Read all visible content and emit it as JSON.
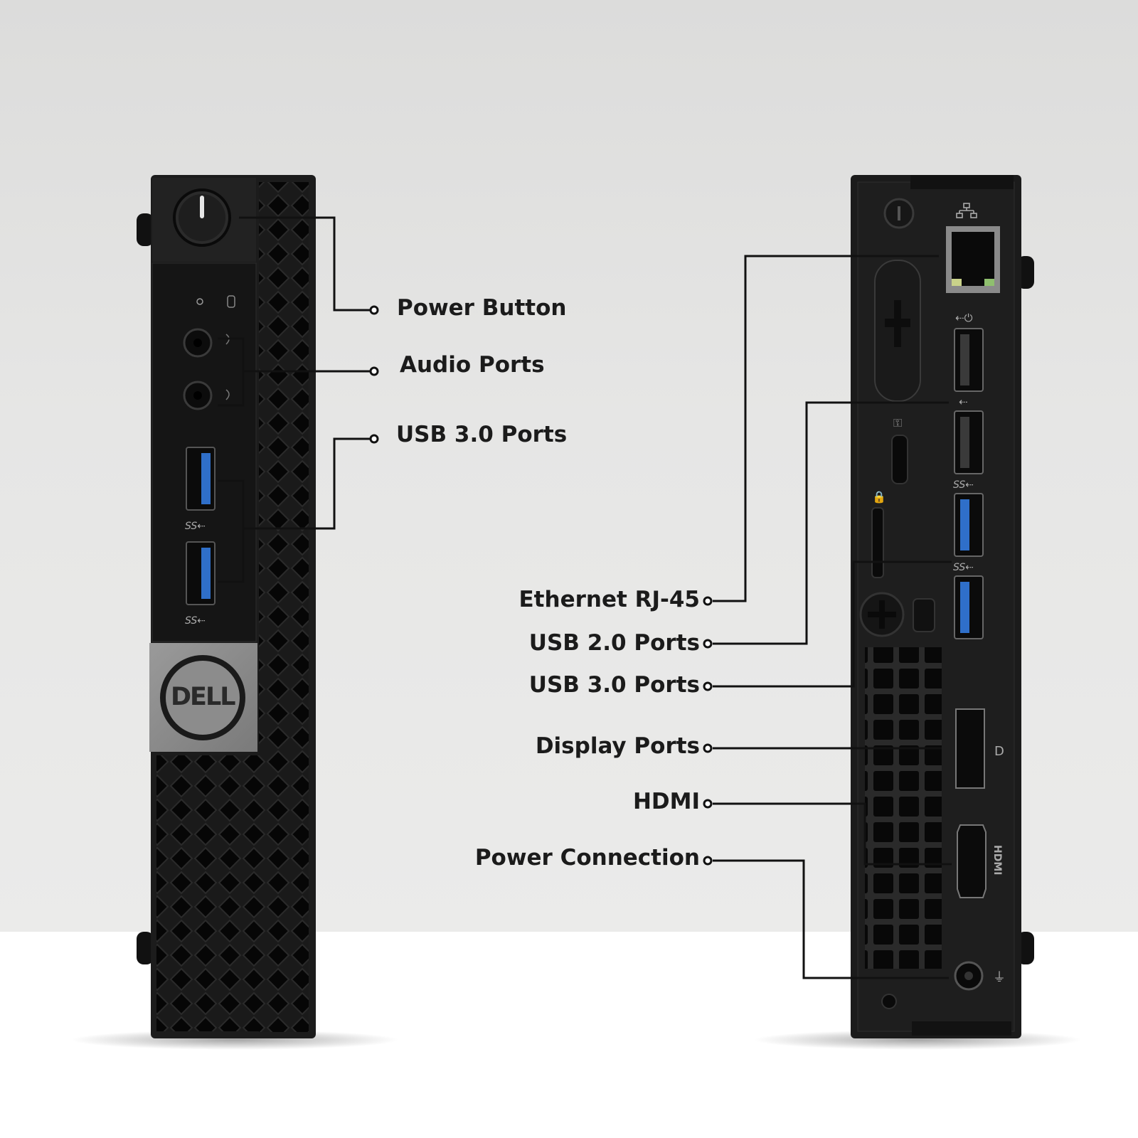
{
  "brand": {
    "logo_text": "DELL"
  },
  "front_callouts": [
    {
      "id": "power-button",
      "label": "Power Button"
    },
    {
      "id": "audio-ports",
      "label": "Audio Ports"
    },
    {
      "id": "usb30-front",
      "label": "USB 3.0 Ports"
    }
  ],
  "rear_callouts": [
    {
      "id": "ethernet",
      "label": "Ethernet RJ-45"
    },
    {
      "id": "usb20",
      "label": "USB 2.0 Ports"
    },
    {
      "id": "usb30-rear",
      "label": "USB 3.0 Ports"
    },
    {
      "id": "display-ports",
      "label": "Display Ports"
    },
    {
      "id": "hdmi",
      "label": "HDMI"
    },
    {
      "id": "power-connection",
      "label": "Power Connection"
    }
  ],
  "colors": {
    "chassis": "#1c1c1c",
    "usb3_blue": "#2f6fc9",
    "leader_line": "#111111"
  },
  "icons": [
    "power-icon",
    "usb-icon",
    "superspeed-usb-icon",
    "network-icon",
    "lock-icon",
    "displayport-icon",
    "power-plug-icon"
  ]
}
